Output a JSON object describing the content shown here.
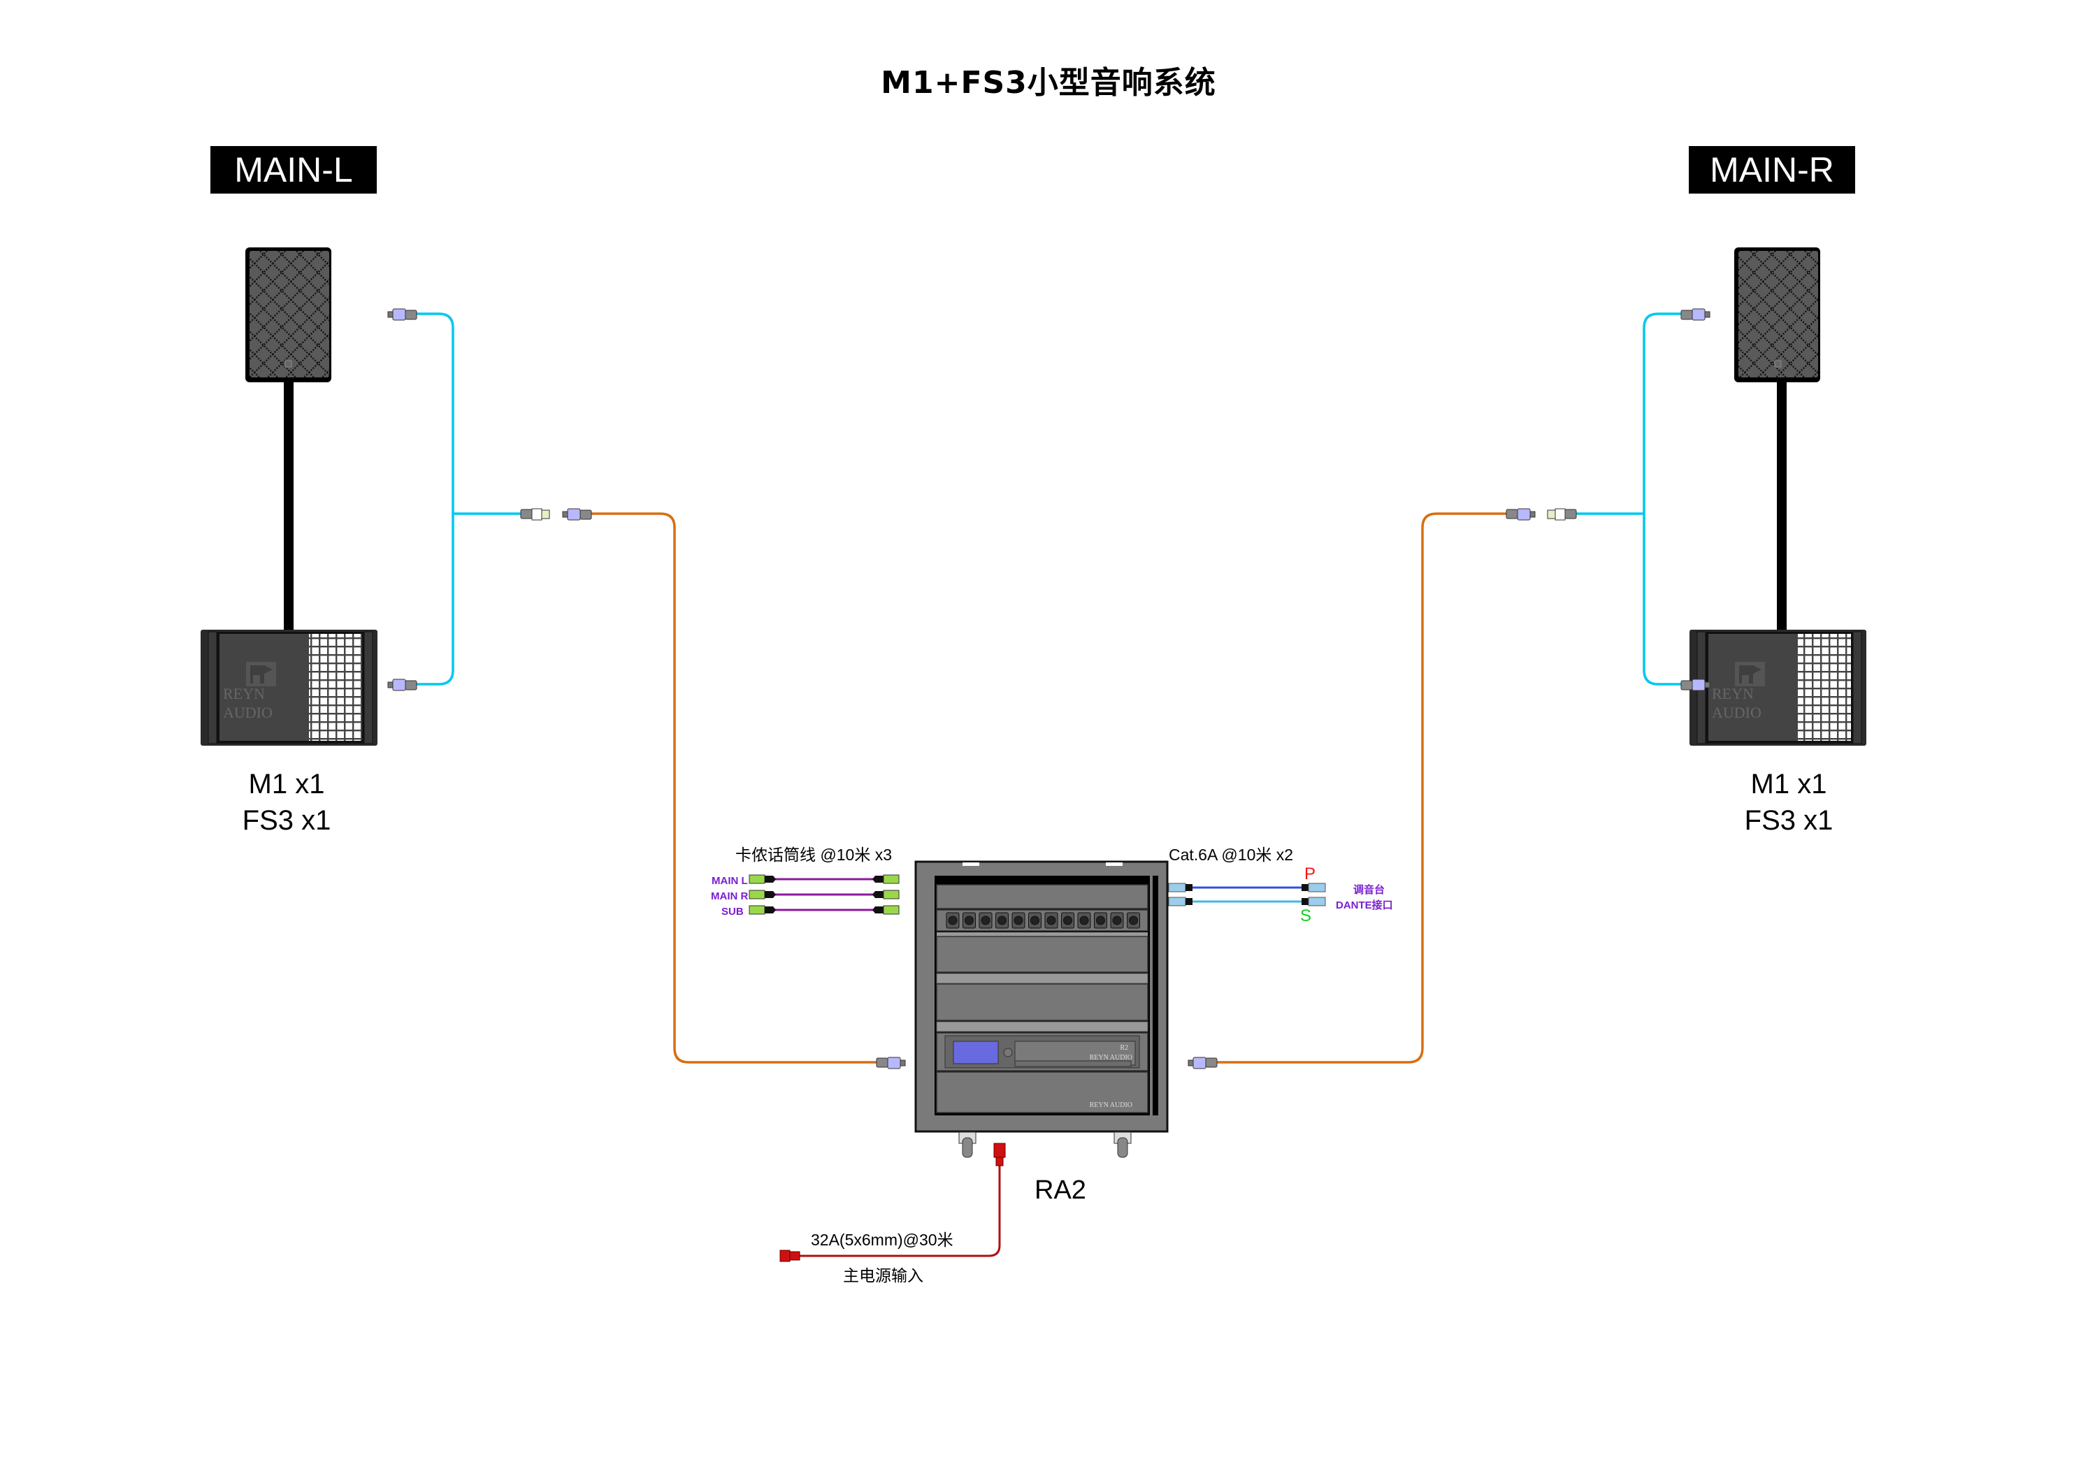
{
  "title": "M1+FS3小型音响系统",
  "zones": {
    "left": {
      "badge": "MAIN-L",
      "qty_line1": "M1 x1",
      "qty_line2": "FS3 x1",
      "brand_line1": "REYN",
      "brand_line2": "AUDIO"
    },
    "right": {
      "badge": "MAIN-R",
      "qty_line1": "M1 x1",
      "qty_line2": "FS3 x1",
      "brand_line1": "REYN",
      "brand_line2": "AUDIO"
    }
  },
  "rack": {
    "label": "RA2",
    "amp_model": "R2",
    "amp_brand": "REYN AUDIO",
    "panel_brand": "REYN AUDIO"
  },
  "xlr_cables": {
    "label": "卡侬话筒线 @10米 x3",
    "channels": [
      "MAIN L",
      "MAIN R",
      "SUB"
    ]
  },
  "network_cables": {
    "label": "Cat.6A @10米 x2",
    "primary": "P",
    "secondary": "S",
    "destination_line1": "调音台",
    "destination_line2": "DANTE接口"
  },
  "power": {
    "spec": "32A(5x6mm)@30米",
    "caption": "主电源输入"
  },
  "colors": {
    "speaker_cable": "#00c8f0",
    "feed_cable": "#d86e10",
    "xlr_cable": "#8a1a9a",
    "cat_primary": "#3050d8",
    "cat_secondary": "#40b8e0",
    "power_cable": "#b01010",
    "primary_label": "#ff1010",
    "secondary_label": "#10d020",
    "label_purple": "#7a1fd1"
  }
}
